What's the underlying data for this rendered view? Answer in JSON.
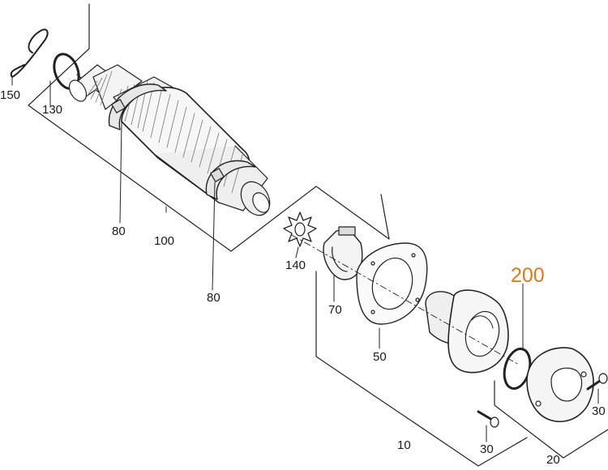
{
  "highlight_color": "#e07b1a",
  "line_color": "#222222",
  "parts": [
    {
      "id": "p150",
      "label": "150"
    },
    {
      "id": "p130",
      "label": "130"
    },
    {
      "id": "p80a",
      "label": "80"
    },
    {
      "id": "p100",
      "label": "100"
    },
    {
      "id": "p80b",
      "label": "80"
    },
    {
      "id": "p140",
      "label": "140"
    },
    {
      "id": "p70",
      "label": "70"
    },
    {
      "id": "p50",
      "label": "50"
    },
    {
      "id": "p10",
      "label": "10"
    },
    {
      "id": "p30a",
      "label": "30"
    },
    {
      "id": "p200",
      "label": "200"
    },
    {
      "id": "p30b",
      "label": "30"
    },
    {
      "id": "p20",
      "label": "20"
    }
  ]
}
